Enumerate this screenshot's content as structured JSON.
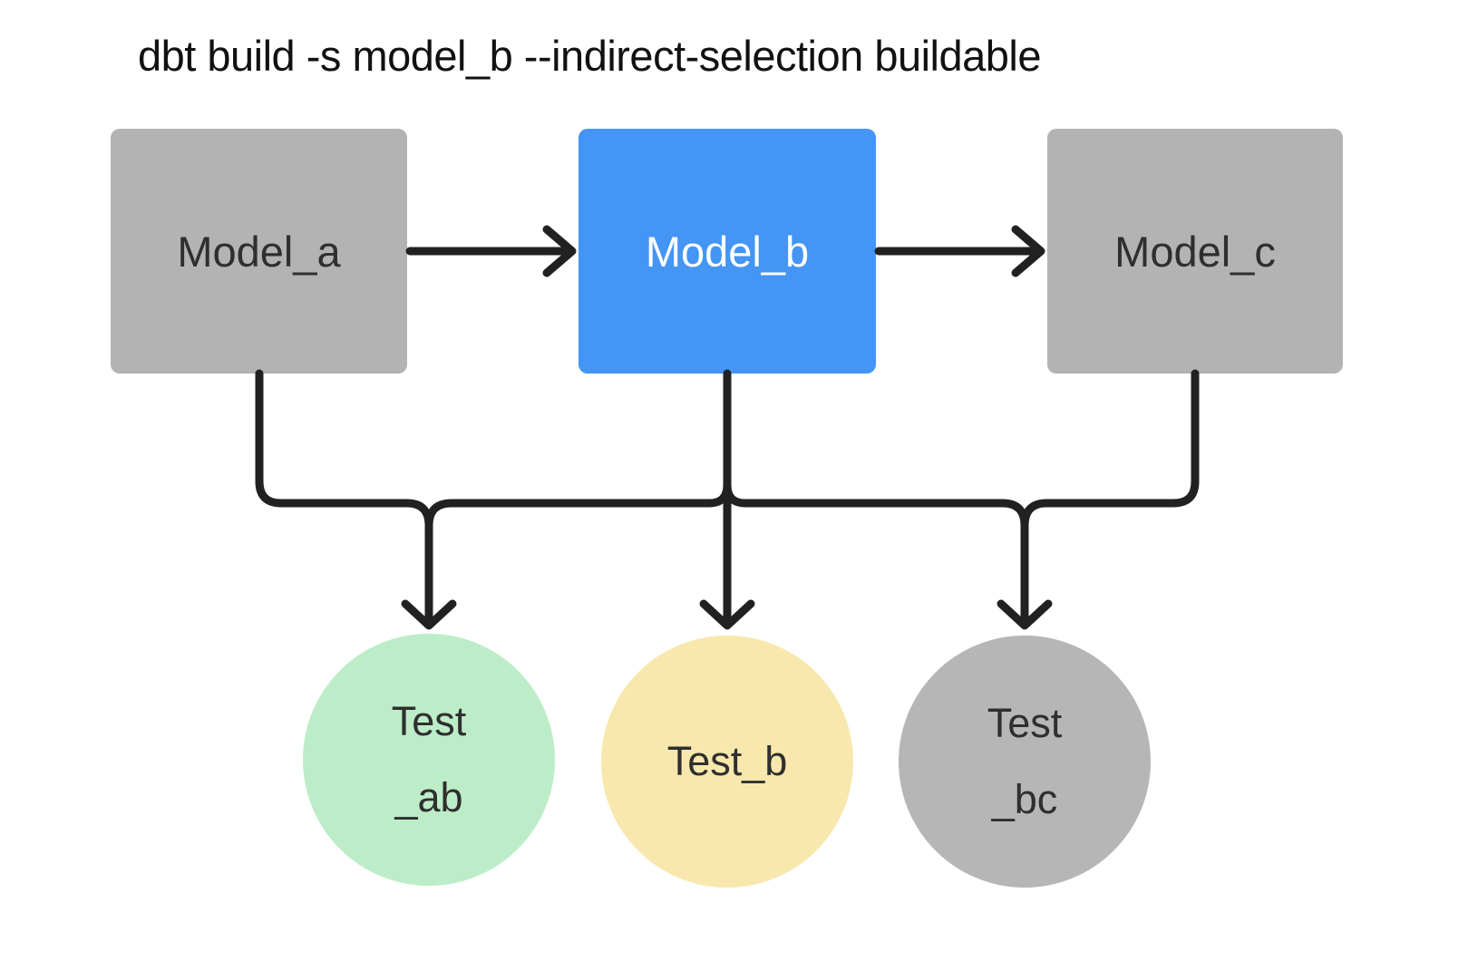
{
  "title": "dbt build -s model_b --indirect-selection buildable",
  "models": [
    {
      "label": "Model_a",
      "highlighted": false
    },
    {
      "label": "Model_b",
      "highlighted": true
    },
    {
      "label": "Model_c",
      "highlighted": false
    }
  ],
  "tests": [
    {
      "lines": [
        "Test",
        "_ab"
      ]
    },
    {
      "lines": [
        "Test_b"
      ]
    },
    {
      "lines": [
        "Test",
        "_bc"
      ]
    }
  ],
  "edges": [
    "Model_a -> Model_b",
    "Model_b -> Model_c",
    "Model_a -> tests bus",
    "Model_b -> tests bus",
    "Model_c -> tests bus",
    "bus -> Test_ab",
    "bus -> Test_b",
    "bus -> Test_bc"
  ],
  "colors": {
    "model_blue": "#4495f4",
    "model_gray": "#b3b3b3",
    "test_green": "#bdedc8",
    "test_yellow": "#f8e8ad",
    "test_gray": "#b6b6b6",
    "line": "#212121",
    "title": "#111111",
    "label_dark": "#2f2f2f",
    "label_light": "#ffffff"
  }
}
